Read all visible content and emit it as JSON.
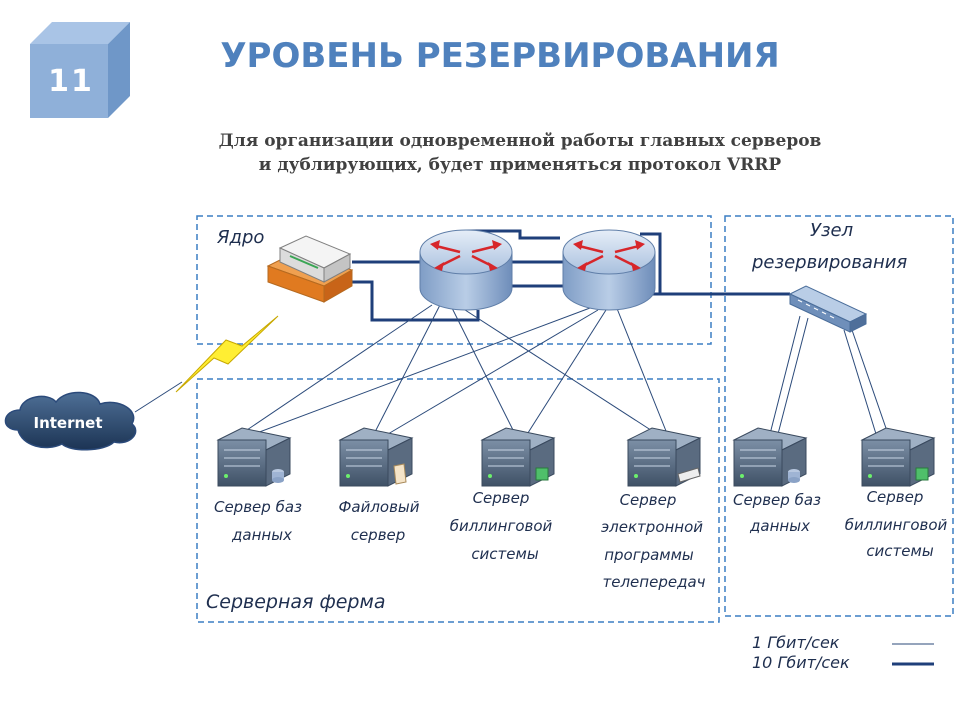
{
  "slide_number": "11",
  "title": "УРОВЕНЬ РЕЗЕРВИРОВАНИЯ",
  "subtitle_line1": "Для организации одновременной работы главных серверов",
  "subtitle_line2": "и дублирующих, будет применяться протокол VRRP",
  "zones": {
    "core": "Ядро",
    "backup_line1": "Узел",
    "backup_line2": "резервирования",
    "farm": "Серверная ферма"
  },
  "internet_label": "Internet",
  "servers": [
    {
      "lines": [
        "Сервер баз",
        "данных"
      ]
    },
    {
      "lines": [
        "Файловый",
        "сервер"
      ]
    },
    {
      "lines": [
        "Сервер",
        "биллинговой",
        "системы"
      ]
    },
    {
      "lines": [
        "Сервер",
        "электронной",
        "программы",
        "телепередач"
      ]
    },
    {
      "lines": [
        "Сервер баз",
        "данных"
      ]
    },
    {
      "lines": [
        "Сервер",
        "биллинговой",
        "системы"
      ]
    }
  ],
  "legend": [
    {
      "label": "1 Гбит/сек"
    },
    {
      "label": "10 Гбит/сек"
    }
  ],
  "colors": {
    "accent": "#4f81bd",
    "dashed_border": "#3b7fc4",
    "thin_link": "#2b4a7a",
    "thick_link": "#1f3f7a"
  }
}
